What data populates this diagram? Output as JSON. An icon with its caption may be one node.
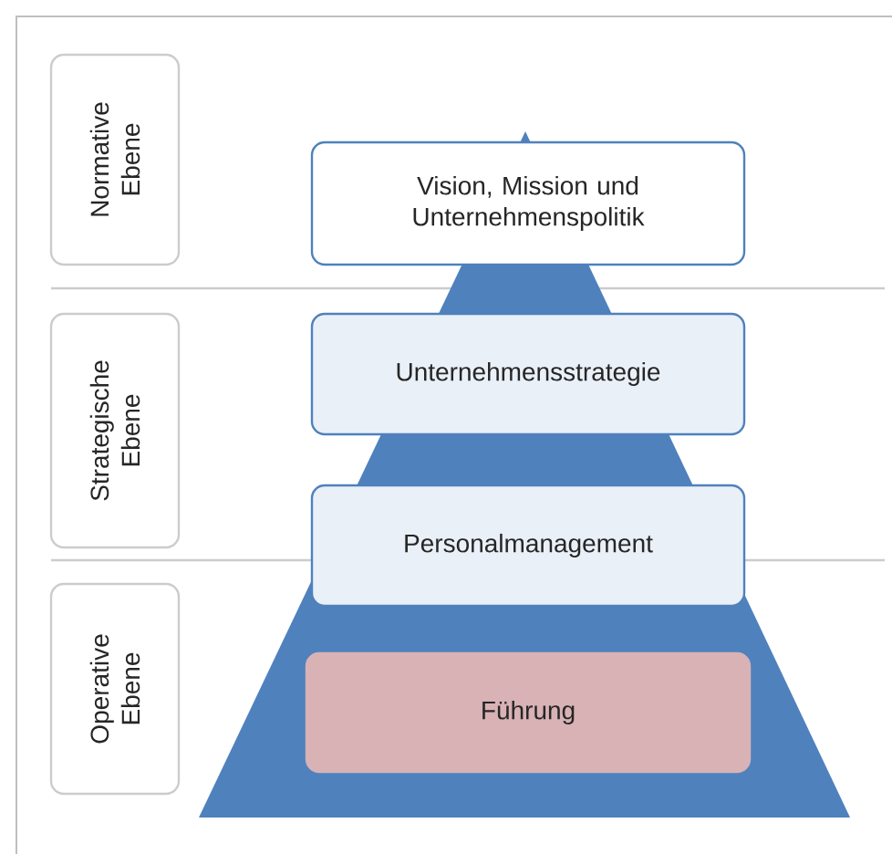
{
  "diagram": {
    "nodes": [
      {
        "text": [
          "Normative Ebene"
        ]
      },
      {
        "text": [
          "Strategische Ebene"
        ]
      },
      {
        "text": [
          "Operative Ebene"
        ]
      },
      {
        "text": [
          "Vision, Mission und Unternehmenspolitik"
        ]
      },
      {
        "text": [
          "Unternehmensstrategie"
        ]
      },
      {
        "text": [
          "Personalmanagement"
        ]
      },
      {
        "text": [
          "Führung"
        ]
      }
    ]
  }
}
